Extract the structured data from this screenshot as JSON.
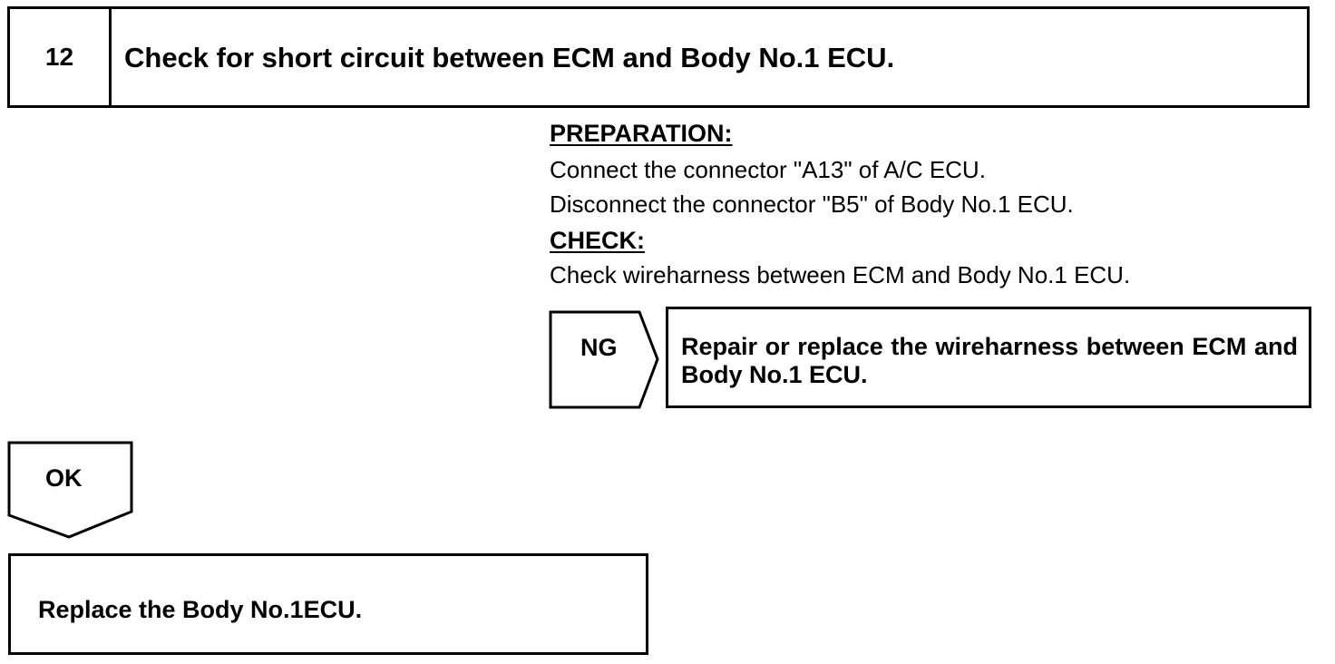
{
  "step": {
    "number": "12",
    "title": "Check for short circuit between ECM and Body No.1 ECU."
  },
  "preparation": {
    "heading": "PREPARATION:",
    "lines": [
      "Connect the connector \"A13\" of A/C ECU.",
      "Disconnect the connector \"B5\" of Body No.1 ECU."
    ]
  },
  "check": {
    "heading": "CHECK:",
    "lines": [
      "Check wireharness between ECM and Body No.1 ECU."
    ]
  },
  "ng_branch": {
    "label": "NG",
    "result": "Repair or replace the wireharness between ECM and Body No.1 ECU."
  },
  "ok_branch": {
    "label": "OK",
    "result": "Replace the Body No.1ECU."
  }
}
